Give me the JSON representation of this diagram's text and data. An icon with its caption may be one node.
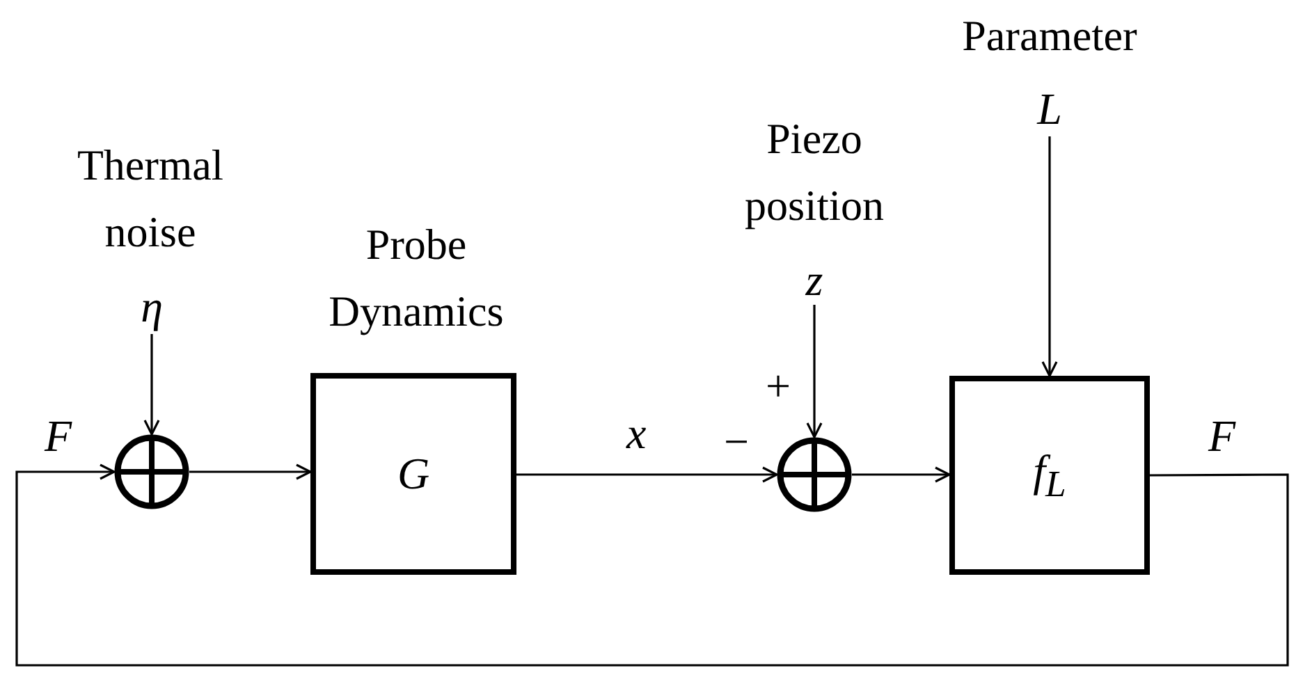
{
  "diagram": {
    "nodes": [
      {
        "text": [
          "η"
        ],
        "beside": [
          "Thermal noise"
        ]
      },
      {
        "text": [],
        "shape": "circle"
      },
      {
        "text": [
          "G"
        ],
        "beside": [
          "Probe Dynamics"
        ]
      },
      {
        "text": [
          "z"
        ],
        "beside": [
          "Piezo position"
        ]
      },
      {
        "text": [],
        "shape": "circle"
      },
      {
        "text": [
          "L"
        ],
        "beside": [
          "Parameter"
        ]
      },
      {
        "text": [
          "f$_{L}$"
        ]
      }
    ],
    "edges": [
      {
        "from": 0,
        "to": 1,
        "arrow": "to"
      },
      {
        "from": 1,
        "to": 2,
        "arrow": "to"
      },
      {
        "from": 2,
        "to": 4,
        "arrow": "to",
        "label": "x"
      },
      {
        "from": 3,
        "to": 4,
        "arrow": "to"
      },
      {
        "from": 4,
        "to": 6,
        "arrow": "to"
      },
      {
        "from": 5,
        "to": 6,
        "arrow": "to"
      },
      {
        "from": 6,
        "to": 1,
        "arrow": "to",
        "label": "F"
      }
    ],
    "labels": [
      "F",
      "+",
      "−"
    ]
  }
}
